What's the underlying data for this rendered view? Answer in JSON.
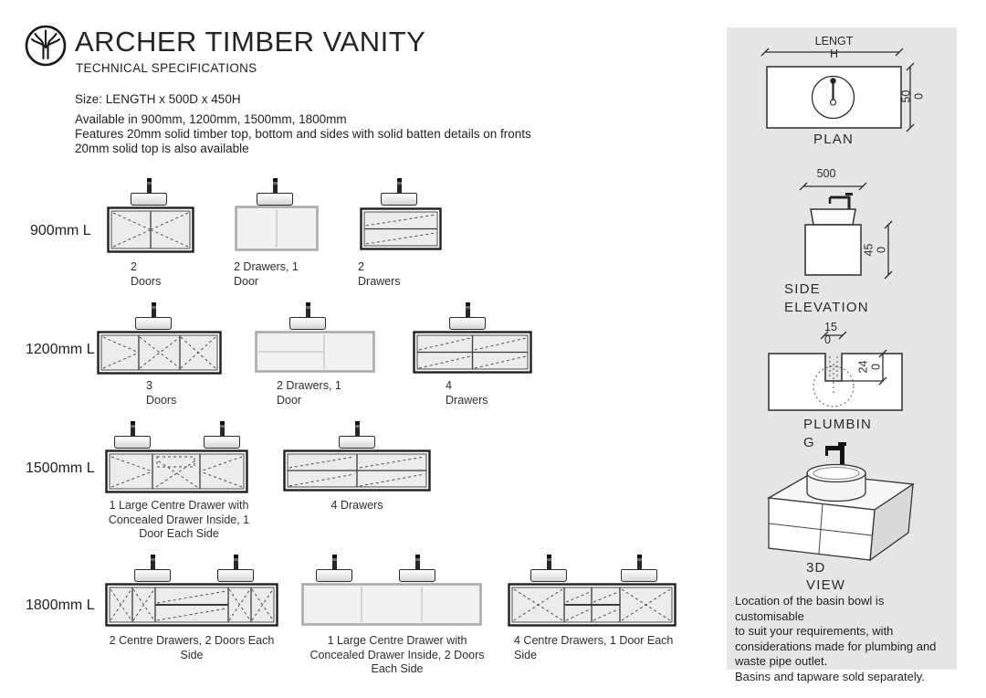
{
  "header": {
    "title": "ARCHER TIMBER VANITY",
    "subtitle": "TECHNICAL SPECIFICATIONS",
    "size_line": "Size: LENGTH x 500D x 450H",
    "info_lines": "Available in 900mm, 1200mm, 1500mm, 1800mm\nFeatures 20mm solid timber top, bottom and sides with solid batten details on fronts\n20mm solid top is also available",
    "logo_icon": "archer-tree-logo"
  },
  "rows": [
    {
      "label": "900mm L",
      "variants": [
        {
          "caption": "2\nDoors"
        },
        {
          "caption": "2 Drawers, 1\nDoor"
        },
        {
          "caption": "2\nDrawers"
        }
      ]
    },
    {
      "label": "1200mm L",
      "variants": [
        {
          "caption": "3\nDoors"
        },
        {
          "caption": "2 Drawers, 1\nDoor"
        },
        {
          "caption": "4\nDrawers"
        }
      ]
    },
    {
      "label": "1500mm L",
      "variants": [
        {
          "caption": "1 Large Centre Drawer with\nConcealed Drawer Inside, 1\nDoor Each Side"
        },
        {
          "caption": "4 Drawers"
        }
      ]
    },
    {
      "label": "1800mm L",
      "variants": [
        {
          "caption": "2 Centre Drawers, 2 Doors Each\nSide"
        },
        {
          "caption": "1 Large Centre Drawer with\nConcealed Drawer Inside, 2 Doors\nEach Side"
        },
        {
          "caption": "4 Centre Drawers, 1 Door Each\nSide"
        }
      ]
    }
  ],
  "side_panel": {
    "plan": {
      "dim_length": "LENGT\nH",
      "dim_depth": "50\n0",
      "label": "PLAN"
    },
    "side_elevation": {
      "dim_depth": "500",
      "dim_height": "45\n0",
      "label": "SIDE\nELEVATION"
    },
    "plumbing": {
      "dim_slot": "15\n0",
      "dim_offset": "24\n0",
      "label": "PLUMBIN\nG"
    },
    "view_3d": {
      "label": "3D\nVIEW"
    },
    "note": "Location of the basin bowl is customisable\nto suit your requirements, with\nconsiderations made for plumbing and\nwaste pipe outlet.\nBasins and tapware sold separately."
  },
  "colors": {
    "panel_bg": "#e6e6e6",
    "line": "#2b2b2b",
    "cabinet_fill": "#ececec"
  }
}
